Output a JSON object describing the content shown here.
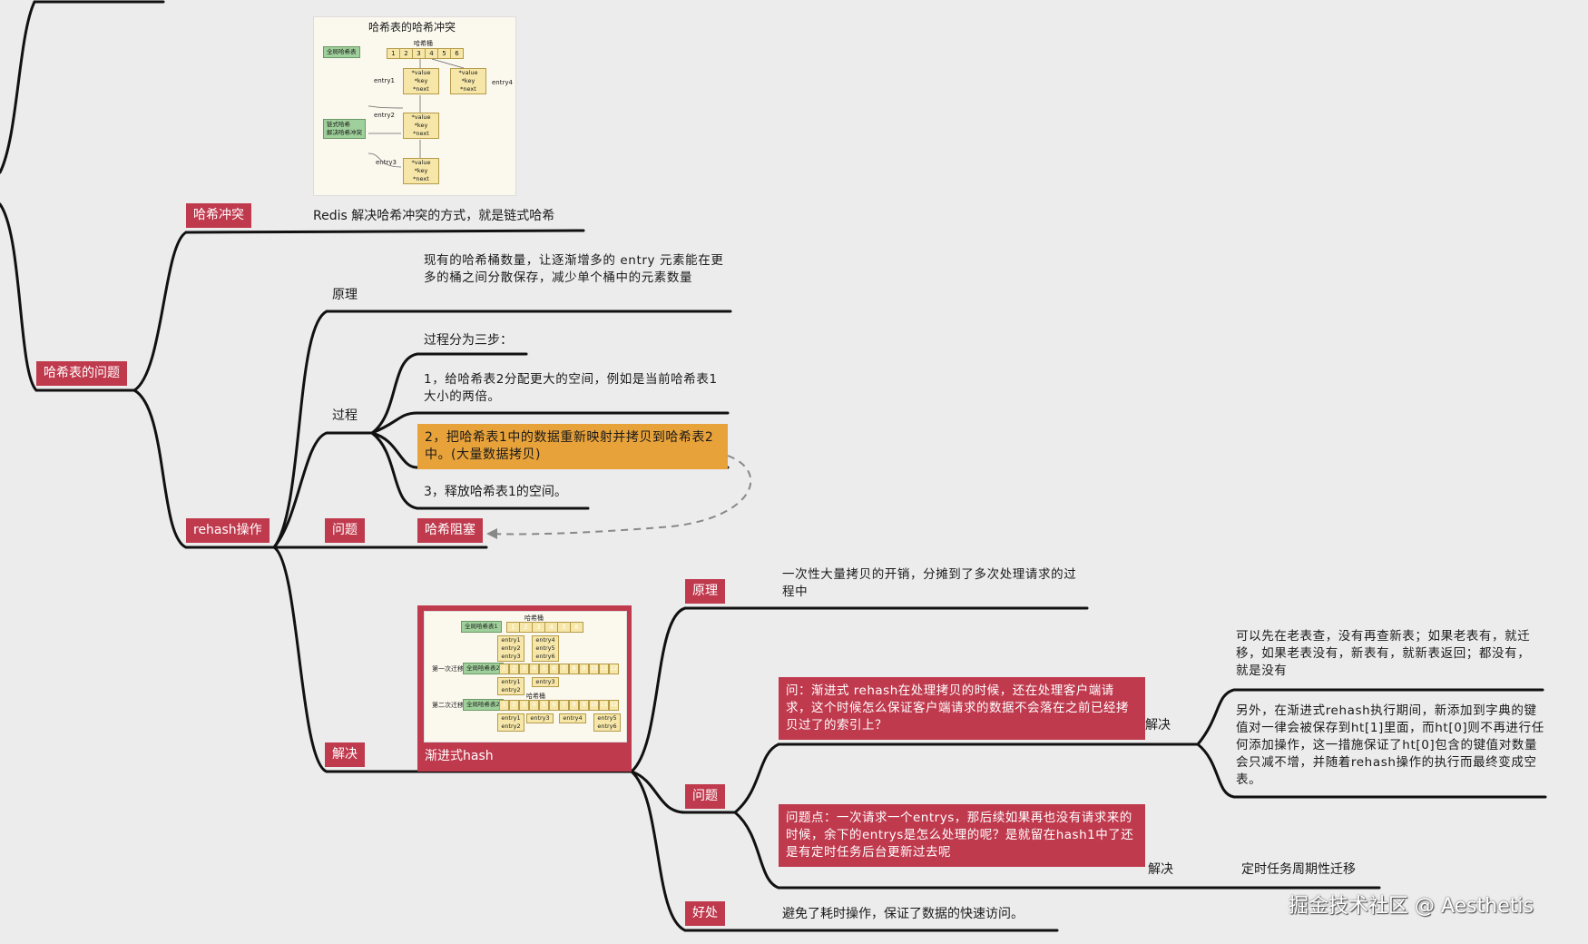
{
  "topics": {
    "hash_problem": "哈希表的问题",
    "hash_conflict": "哈希冲突",
    "conflict_desc": "Redis 解决哈希冲突的方式，就是链式哈希",
    "rehash": "rehash操作",
    "principle": "原理",
    "principle_desc": "现有的哈希桶数量，让逐渐增多的 entry 元素能在更多的桶之间分散保存，减少单个桶中的元素数量",
    "process": "过程",
    "process_intro": "过程分为三步：",
    "step1": "1，给哈希表2分配更大的空间，例如是当前哈希表1大小的两倍。",
    "step2": "2，把哈希表1中的数据重新映射并拷贝到哈希表2中。(大量数据拷贝)",
    "step3": "3，释放哈希表1的空间。",
    "problem": "问题",
    "hash_block": "哈希阻塞",
    "solve": "解决",
    "progressive_hash": "渐进式hash",
    "p_principle": "原理",
    "p_principle_desc": "一次性大量拷贝的开销，分摊到了多次处理请求的过程中",
    "p_problem": "问题",
    "q1": "问：渐进式 rehash在处理拷贝的时候，还在处理客户端请求，这个时候怎么保证客户端请求的数据不会落在之前已经拷贝过了的索引上？",
    "q1_solve": "解决",
    "q1_ans1": "可以先在老表查，没有再查新表；如果老表有，就迁移，如果老表没有，新表有，就新表返回；都没有，就是没有",
    "q1_ans2": "另外，在渐进式rehash执行期间，新添加到字典的键值对一律会被保存到ht[1]里面，而ht[0]则不再进行任何添加操作，这一措施保证了ht[0]包含的键值对数量会只减不增，并随着rehash操作的执行而最终变成空表。",
    "q2": "问题点：一次请求一个entrys，那后续如果再也没有请求来的时候，余下的entrys是怎么处理的呢？是就留在hash1中了还是有定时任务后台更新过去呢",
    "q2_solve": "解决",
    "q2_ans": "定时任务周期性迁移",
    "benefit": "好处",
    "benefit_desc": "避免了耗时操作，保证了数据的快速访问。"
  },
  "thumbnail1": {
    "title": "哈希表的哈希冲突",
    "bucket_label": "哈希桶",
    "global_table": "全局哈希表",
    "buckets": [
      "1",
      "2",
      "3",
      "4",
      "5",
      "6"
    ],
    "entry1": "entry1",
    "entry2": "entry2",
    "entry3": "entry3",
    "entry4": "entry4",
    "field_value": "*value",
    "field_key": "*key",
    "field_next": "*next",
    "chain_note1": "链式哈希",
    "chain_note2": "解决哈希冲突"
  },
  "thumbnail2": {
    "bucket_label": "哈希桶",
    "global1": "全局哈希表1",
    "global2": "全局哈希表2",
    "step1": "第一次迁移之后",
    "step2": "第二次迁移之后",
    "buckets6": [
      "1",
      "2",
      "3",
      "4",
      "5",
      "6"
    ],
    "buckets12": [
      "1",
      "2",
      "3",
      "4",
      "5",
      "6",
      "7",
      "8",
      "9",
      "10",
      "11",
      "12"
    ],
    "e1": "entry1",
    "e2": "entry2",
    "e3": "entry3",
    "e4": "entry4",
    "e5": "entry5",
    "e6": "entry6"
  },
  "watermark": "掘金技术社区 @ Aesthetis",
  "colors": {
    "node_red": "#c03a4e",
    "node_orange": "#e8a23a",
    "line": "#111111",
    "background": "#ececec"
  }
}
